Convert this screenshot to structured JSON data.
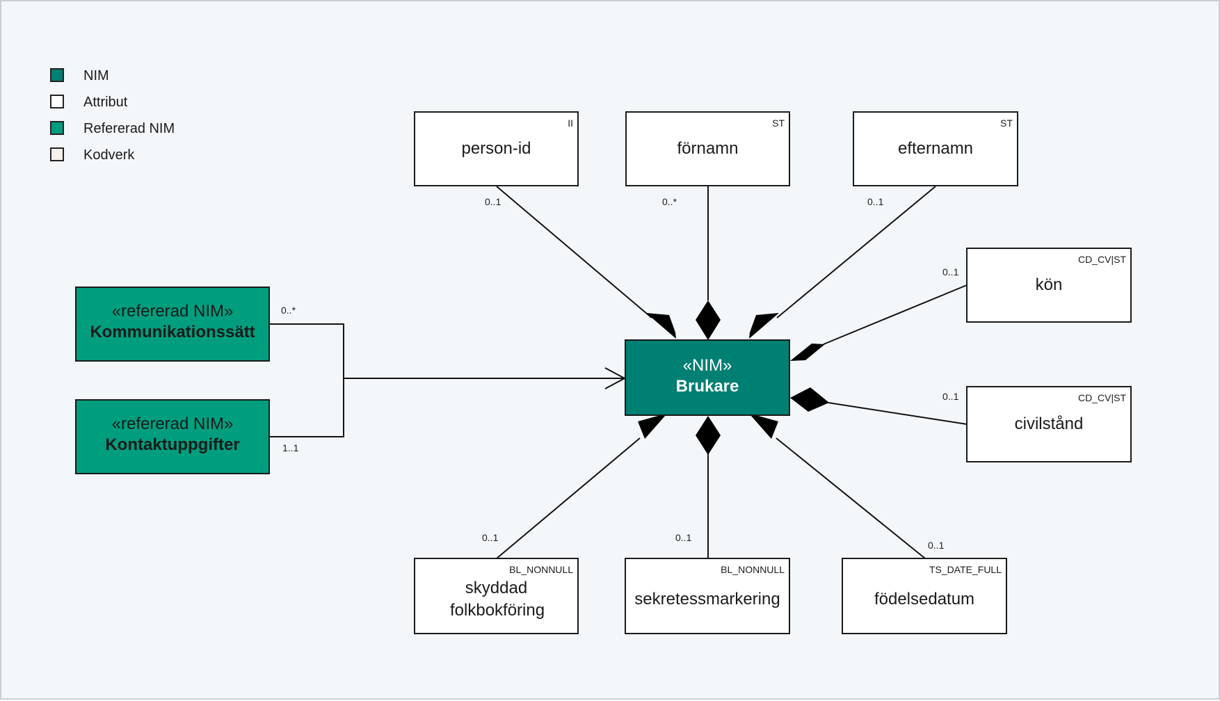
{
  "legend": [
    {
      "label": "NIM",
      "color": "#007f73"
    },
    {
      "label": "Attribut",
      "color": "#ffffff"
    },
    {
      "label": "Refererad NIM",
      "color": "#009e7e"
    },
    {
      "label": "Kodverk",
      "color": "#f6f1ea"
    }
  ],
  "main": {
    "stereotype": "«NIM»",
    "name": "Brukare"
  },
  "referenced": [
    {
      "stereotype": "«refererad NIM»",
      "name": "Kommunikationssätt",
      "multiplicity": "0..*"
    },
    {
      "stereotype": "«refererad NIM»",
      "name": "Kontaktuppgifter",
      "multiplicity": "1..1"
    }
  ],
  "attributes": [
    {
      "name": "person-id",
      "type": "II",
      "multiplicity": "0..1"
    },
    {
      "name": "förnamn",
      "type": "ST",
      "multiplicity": "0..*"
    },
    {
      "name": "efternamn",
      "type": "ST",
      "multiplicity": "0..1"
    },
    {
      "name": "kön",
      "type": "CD_CV|ST",
      "multiplicity": "0..1"
    },
    {
      "name": "civilstånd",
      "type": "CD_CV|ST",
      "multiplicity": "0..1"
    },
    {
      "name": "skyddad folkbokföring",
      "type": "BL_NONNULL",
      "multiplicity": "0..1"
    },
    {
      "name": "sekretessmarkering",
      "type": "BL_NONNULL",
      "multiplicity": "0..1"
    },
    {
      "name": "födelsedatum",
      "type": "TS_DATE_FULL",
      "multiplicity": "0..1"
    }
  ]
}
